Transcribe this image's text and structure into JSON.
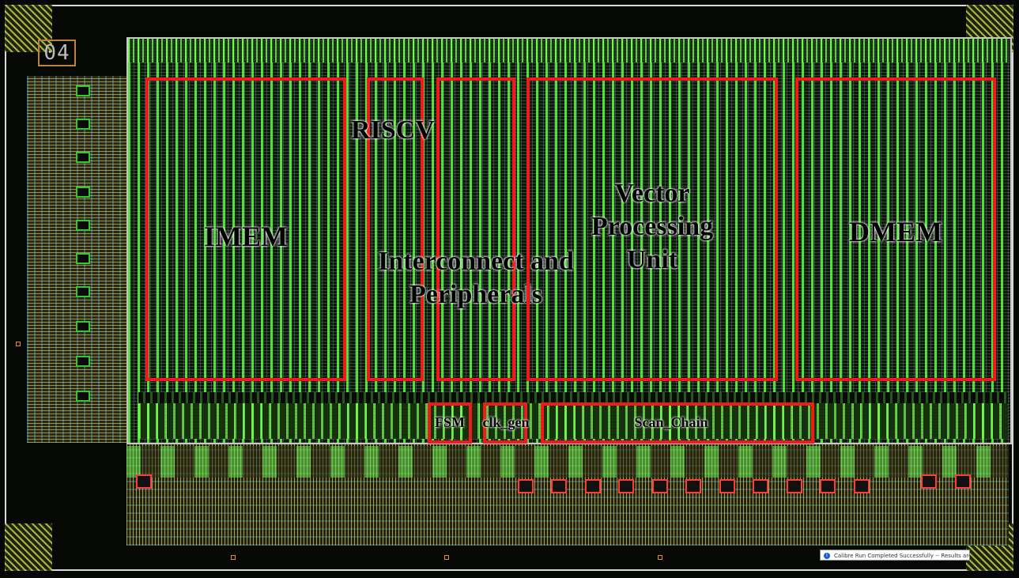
{
  "chip_id": "04",
  "colors": {
    "block_outline": "#f01a1a",
    "metal_stripes": "#5aff3c",
    "io_ring": "#c9c040",
    "background": "#000000"
  },
  "blocks": {
    "imem": {
      "label": "IMEM"
    },
    "riscv": {
      "label": "RISCV"
    },
    "interconnect": {
      "label_line1": "Interconnect and",
      "label_line2": "Peripherals"
    },
    "vpu": {
      "label_line1": "Vector",
      "label_line2": "Processing",
      "label_line3": "Unit"
    },
    "dmem": {
      "label": "DMEM"
    },
    "fsm": {
      "label": "FSM"
    },
    "clk_gen": {
      "label": "clk_gen"
    },
    "scan_chain": {
      "label": "Scan_Chain"
    }
  },
  "status": {
    "icon": "info-icon",
    "message": "Calibre Run Completed Successfully -- Results are Valid"
  }
}
